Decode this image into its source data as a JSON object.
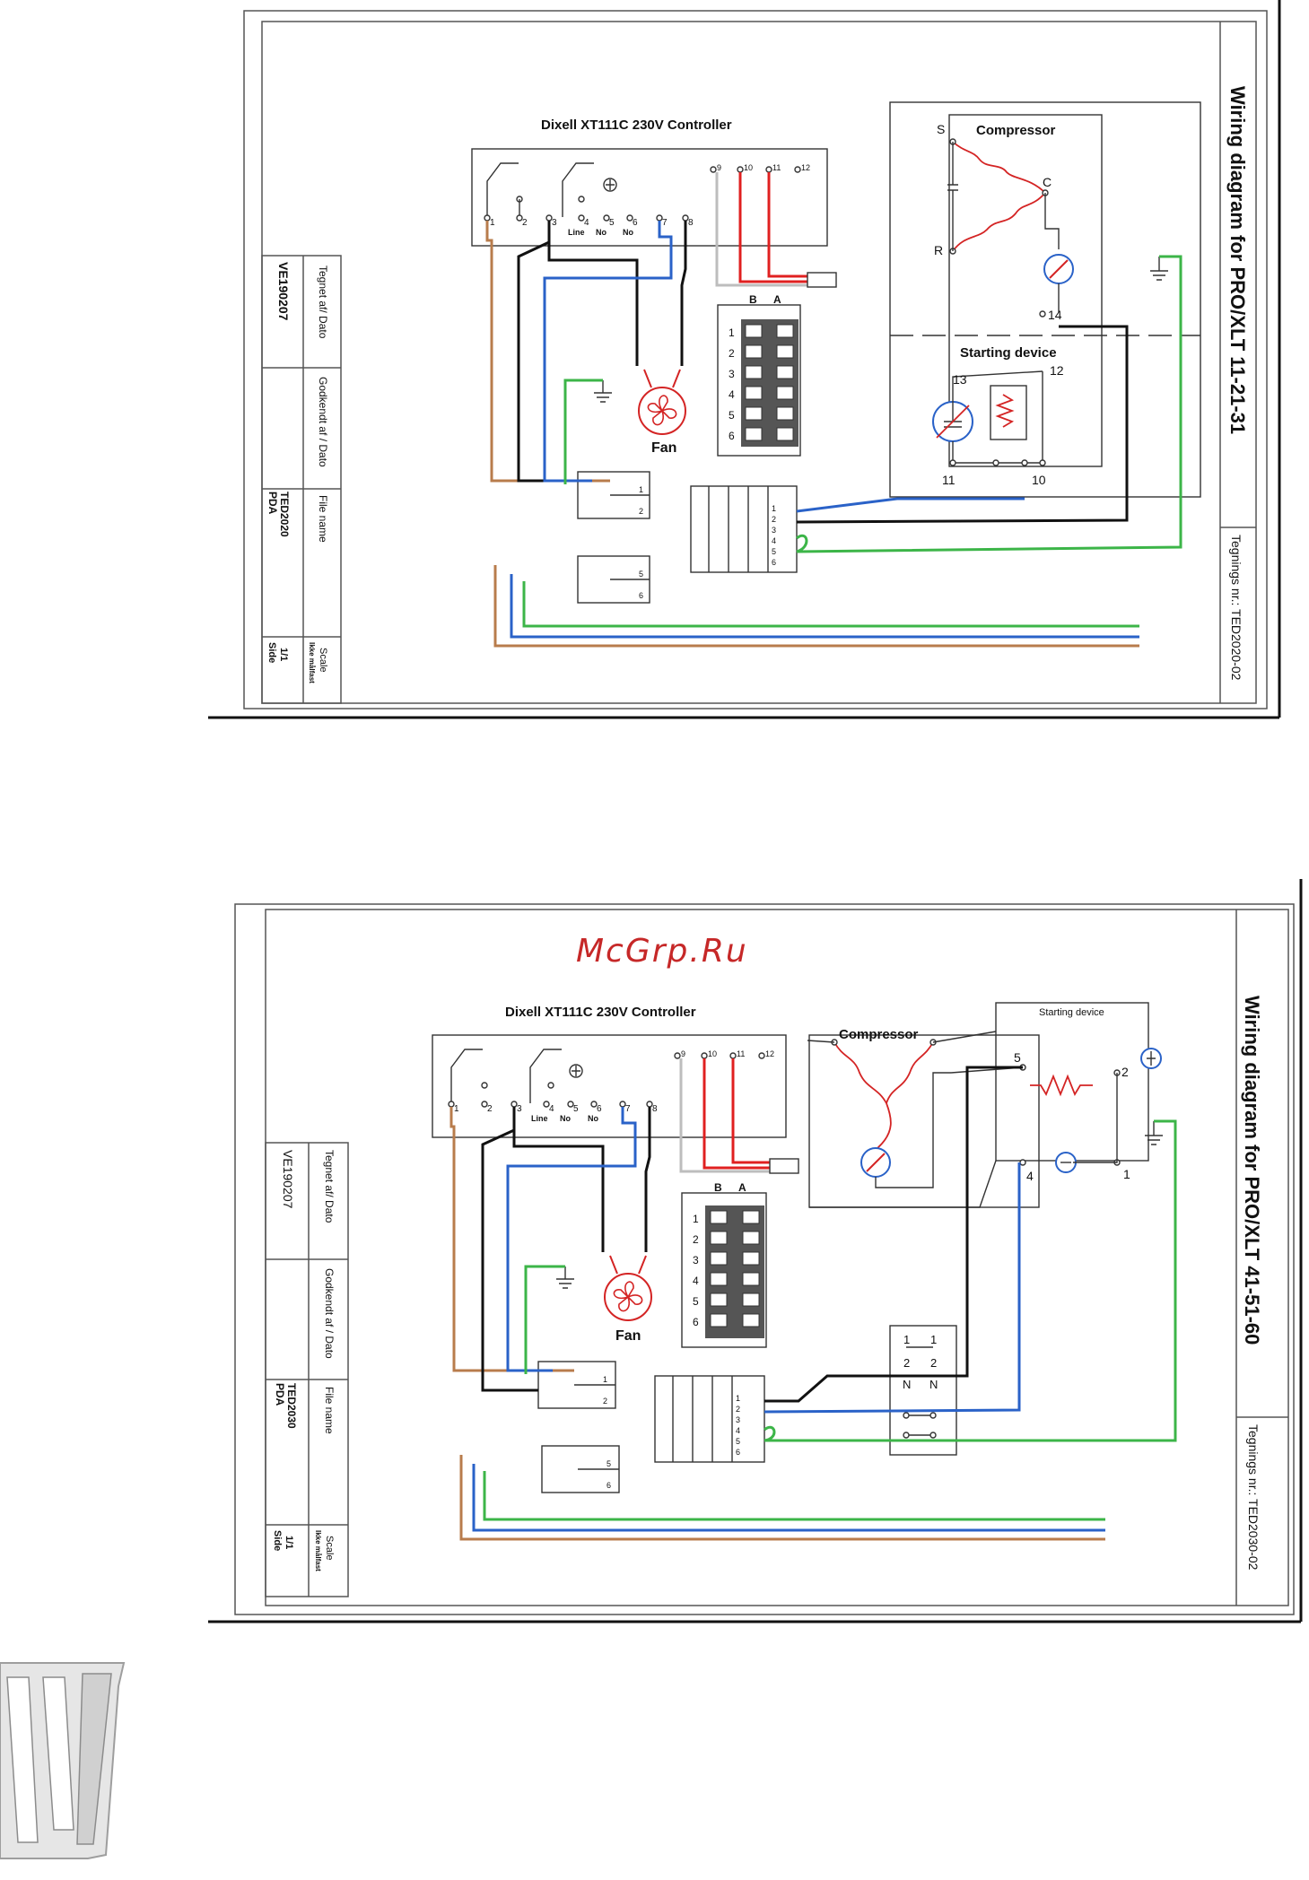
{
  "watermark": "McGrp.Ru",
  "colors": {
    "black_wire": "#111111",
    "blue_wire": "#2a62c8",
    "brown_wire": "#b87c4c",
    "green_wire": "#3cb548",
    "red_wire": "#e02020",
    "grey_wire": "#bdbdbd"
  },
  "diagram1": {
    "title": "Wiring diagram for PRO/XLT 11-21-31",
    "controller_title": "Dixell XT111C 230V Controller",
    "controller_terminals": [
      "1",
      "2",
      "3",
      "4",
      "5",
      "6",
      "7",
      "8"
    ],
    "terminal_words": [
      "Line",
      "No",
      "No"
    ],
    "probe_terminals": [
      "9",
      "10",
      "11",
      "12"
    ],
    "compressor_label": "Compressor",
    "compressor_pins": [
      "S",
      "C",
      "R"
    ],
    "starting_device_label": "Starting device",
    "starting_device_pins": [
      "14",
      "13",
      "12",
      "11",
      "10"
    ],
    "fan_label": "Fan",
    "connector_headers": [
      "B",
      "A"
    ],
    "connector_rows": [
      "1",
      "2",
      "3",
      "4",
      "5",
      "6"
    ],
    "block_numbers_a": [
      "1",
      "2"
    ],
    "block_numbers_b": [
      "5",
      "6"
    ],
    "block_numbers_c": [
      "1",
      "2",
      "3",
      "4",
      "5",
      "6"
    ],
    "title_block": {
      "drawn_label": "Tegnet af/ Dato",
      "drawn_value": "VE190207",
      "approved_label": "Godkendt af / Dato",
      "approved_value": "",
      "file_label": "File name",
      "file_value_1": "PDA",
      "file_value_2": "TED2020",
      "scale_label": "Scale",
      "scale_value": "Ikke målfast",
      "page_label": "Side",
      "page_value": "1/1",
      "drawing_no": "Tegnings nr.: TED2020-02"
    }
  },
  "diagram2": {
    "title": "Wiring diagram for PRO/XLT 41-51-60",
    "controller_title": "Dixell XT111C 230V Controller",
    "controller_terminals": [
      "1",
      "2",
      "3",
      "4",
      "5",
      "6",
      "7",
      "8"
    ],
    "terminal_words": [
      "Line",
      "No",
      "No"
    ],
    "probe_terminals": [
      "9",
      "10",
      "11",
      "12"
    ],
    "compressor_label": "Compressor",
    "starting_device_label": "Starting device",
    "starting_device_pins": [
      "5",
      "2",
      "4",
      "1"
    ],
    "fan_label": "Fan",
    "connector_headers": [
      "B",
      "A"
    ],
    "connector_rows": [
      "1",
      "2",
      "3",
      "4",
      "5",
      "6"
    ],
    "block_numbers_a": [
      "1",
      "2"
    ],
    "block_numbers_b": [
      "5",
      "6"
    ],
    "block_numbers_c": [
      "1",
      "2",
      "3",
      "4",
      "5",
      "6"
    ],
    "switch_labels": [
      "1",
      "1",
      "2",
      "2",
      "N",
      "N"
    ],
    "title_block": {
      "drawn_label": "Tegnet af/ Dato",
      "drawn_value": "VE190207",
      "approved_label": "Godkendt af / Dato",
      "approved_value": "",
      "file_label": "File name",
      "file_value_1": "PDA",
      "file_value_2": "TED2030",
      "scale_label": "Scale",
      "scale_value": "Ikke målfast",
      "page_label": "Side",
      "page_value": "1/1",
      "drawing_no": "Tegnings nr.: TED2030-02"
    }
  }
}
